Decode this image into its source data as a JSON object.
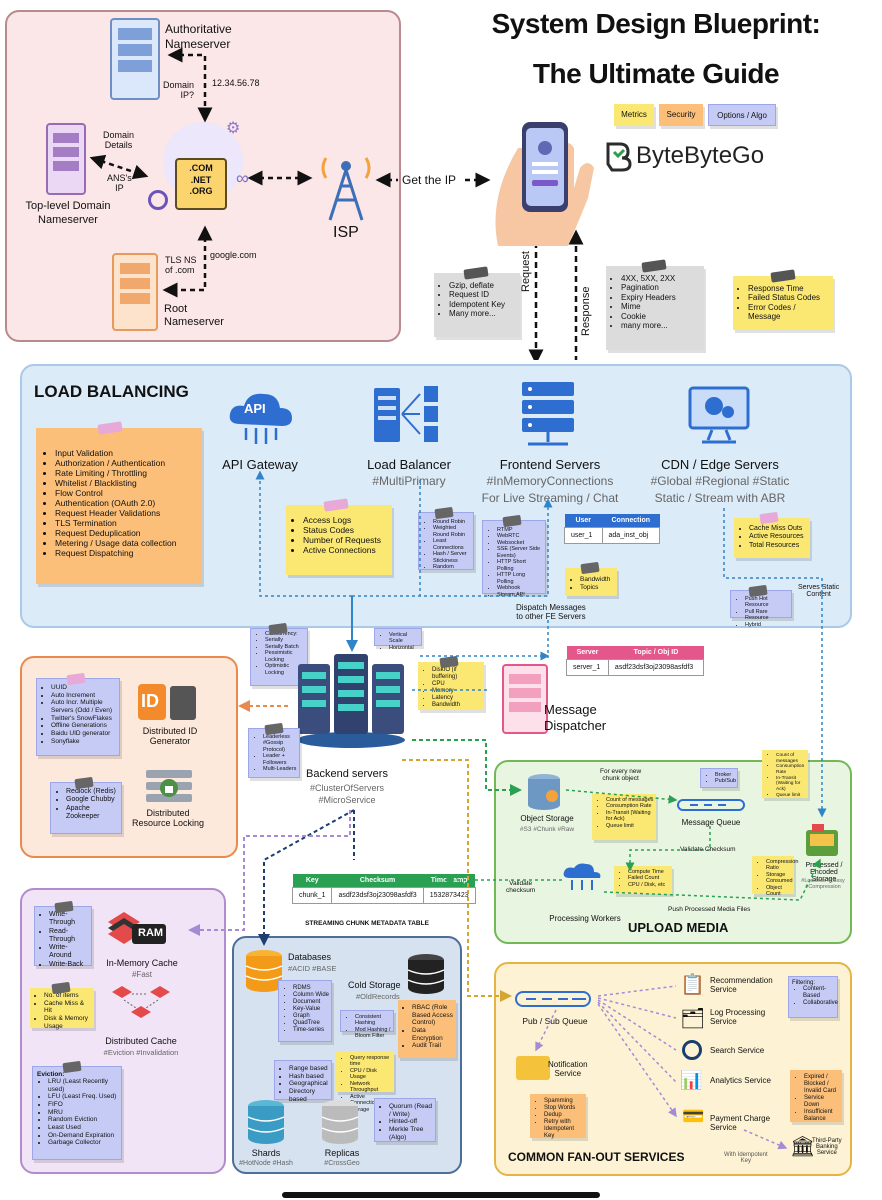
{
  "title": {
    "line1": "System Design Blueprint:",
    "line2": "The Ultimate Guide"
  },
  "legend": {
    "metrics": "Metrics",
    "security": "Security",
    "options": "Options / Algo"
  },
  "brand": "ByteByteGo",
  "dns": {
    "authoritative": "Authoritative\nNameserver",
    "domain_ip": "Domain\nIP?",
    "ip": "12.34.56.78",
    "domain_details": "Domain\nDetails",
    "ans_ip": "ANS's\nIP",
    "tld": "Top-level Domain\nNameserver",
    "com": ".COM",
    "net": ".NET",
    "org": ".ORG",
    "tls_ns": "TLS NS\nof .com",
    "google": "google.com",
    "root": "Root\nNameserver",
    "isp": "ISP",
    "get_ip": "Get the IP"
  },
  "client": {
    "request": "Request",
    "response": "Response",
    "request_notes": [
      "Gzip, deflate",
      "Request ID",
      "Idempotent Key",
      "Many more..."
    ],
    "response_notes": [
      "4XX, 5XX, 2XX",
      "Pagination",
      "Expiry Headers",
      "Mime",
      "Cookie",
      "many more..."
    ],
    "metrics_notes": [
      "Response Time",
      "Failed Status Codes",
      "Error Codes / Message"
    ]
  },
  "lb": {
    "heading": "LOAD BALANCING",
    "api": "API",
    "api_gateway": "API Gateway",
    "load_balancer": "Load Balancer",
    "lb_tag": "#MultiPrimary",
    "frontend": "Frontend Servers",
    "frontend_tag1": "#InMemoryConnections",
    "frontend_tag2": "For Live Streaming / Chat",
    "cdn": "CDN / Edge Servers",
    "cdn_tag1": "#Global #Regional #Static",
    "cdn_tag2": "Static / Stream with ABR",
    "gateway_notes": [
      "Input Validation",
      "Authorization / Authentication",
      "Rate Limiting / Throttling",
      "Whitelist / Blacklisting",
      "Flow Control",
      "Authentication (OAuth 2.0)",
      "Request Header Validations",
      "TLS Termination",
      "Request Deduplication",
      "Metering / Usage data collection",
      "Request Dispatching"
    ],
    "lb_metrics": [
      "Access Logs",
      "Status Codes",
      "Number of Requests",
      "Active Connections"
    ],
    "lb_algos": [
      "Round Robin",
      "Weighted Round Robin",
      "Least Connections",
      "Hash / Server Stickiness",
      "Random"
    ],
    "fe_protocols": [
      "RTMP",
      "WebRTC",
      "Websocket",
      "SSE (Server Side Events)",
      "HTTP Short Polling",
      "HTTP Long Polling",
      "Webhook",
      "Stream API"
    ],
    "conn_table": {
      "headers": [
        "User",
        "Connection"
      ],
      "row": [
        "user_1",
        "ada_inst_obj"
      ]
    },
    "fe_metrics": [
      "Bandwidth",
      "Topics"
    ],
    "cdn_metrics": [
      "Cache Miss Outs",
      "Active Resources",
      "Total Resources"
    ],
    "cdn_options": [
      "Push Hot Resource",
      "Pull Rare Resource",
      "Hybrid"
    ],
    "serves_static": "Serves Static\nContent",
    "dispatch": "Dispatch Messages\nto other FE Servers"
  },
  "backend": {
    "label": "Backend servers",
    "tag1": "#ClusterOfServers",
    "tag2": "#MicroService",
    "concurrency": [
      "Concurrency:",
      "Serially",
      "Serially Batch",
      "Pessimistic Locking",
      "Optimistic Locking"
    ],
    "scale": [
      "Vertical Scale",
      "Horizontal"
    ],
    "resources": [
      "DiskIO (if buffering)",
      "CPU",
      "Memory",
      "Latency",
      "Bandwidth"
    ],
    "leader": [
      "Leaderless #Gossip Protocol)",
      "Leader + Followers",
      "Multi-Leaders"
    ]
  },
  "dispatcher": {
    "label": "Message\nDispatcher",
    "table": {
      "headers": [
        "Server",
        "Topic / Obj ID"
      ],
      "row": [
        "server_1",
        "asdf23dsf3oj23098asfdf3"
      ]
    }
  },
  "idgen": {
    "options": [
      "UUID",
      "Auto Increment",
      "Auto Incr. Multiple Servers (Odd / Even)",
      "Twitter's SnowFlakes",
      "Offline Generations",
      "Baidu UID generator",
      "Sonyflake"
    ],
    "label": "Distributed ID\nGenerator",
    "locks": [
      "Redlock (Redis)",
      "Google Chubby",
      "Apache Zookeeper"
    ],
    "lock_label": "Distributed\nResource Locking",
    "id_letters": "ID"
  },
  "cache": {
    "write_policies": [
      "Write-Through",
      "Read-Through",
      "Write-Around",
      "Write-Back"
    ],
    "ram": "RAM",
    "inmem": "In-Memory Cache",
    "inmem_tag": "#Fast",
    "metrics": [
      "No. of items",
      "Cache Miss & Hit",
      "Disk & Memory Usage"
    ],
    "distributed": "Distributed Cache",
    "distributed_tag": "#Eviction #Invalidation",
    "eviction_title": "Eviction:",
    "eviction": [
      "LRU (Least Recently used)",
      "LFU (Least Freq. Used)",
      "FIFO",
      "MRU",
      "Random Eviction",
      "Least Used",
      "On-Demand Expiration",
      "Garbage Collector"
    ]
  },
  "chunk_table": {
    "headers": [
      "Key",
      "Checksum",
      "Timestamp"
    ],
    "row": [
      "chunk_1",
      "asdf23dsf3oj23098asfdf3",
      "1532873423"
    ],
    "caption": "STREAMING CHUNK METADATA TABLE"
  },
  "db": {
    "databases": "Databases",
    "db_tag": "#ACID #BASE",
    "types": [
      "RDMS",
      "Column Wide",
      "Document",
      "Key-Value",
      "Graph",
      "QuadTree",
      "Time-series"
    ],
    "cold": "Cold Storage",
    "cold_tag": "#OldRecords",
    "hashing": [
      "Consistent Hashing",
      "Mod Hashing / Bloom Filter"
    ],
    "security": [
      "RBAC (Role Based Access Control)",
      "Data Encryption",
      "Audit Trail"
    ],
    "metrics": [
      "Query response time",
      "CPU / Disk Usage",
      "Network Throughput",
      "Active Connections",
      "Storage"
    ],
    "sharding": [
      "Range based",
      "Hash based",
      "Geographical",
      "Directory based"
    ],
    "quorum": [
      "Quorum (Read / Write)",
      "Hinted-off",
      "Merkle Tree (Algo)"
    ],
    "shards": "Shards",
    "shards_tag": "#HotNode #Hash",
    "replicas": "Replicas",
    "replicas_tag": "#CrossGeo"
  },
  "upload": {
    "heading": "UPLOAD MEDIA",
    "object_storage": "Object Storage",
    "os_tag": "#S3 #Chunk #Raw",
    "every_chunk": "For every new\nchunk object",
    "broker": [
      "Broker",
      "Pub/Sub"
    ],
    "mq_metrics": [
      "Count of messages",
      "Consumption Rate",
      "In-Transit (Waiting for Ack)",
      "Queue limit"
    ],
    "mq_metrics2": [
      "Count of messages",
      "Consumption Rate",
      "In-Transit (Waiting for Ack)",
      "Queue limit"
    ],
    "message_queue": "Message Queue",
    "validate_checksum": "Validate Checksum",
    "validate_checksum2": "Validate\nchecksum",
    "worker_metrics": [
      "Compute Time",
      "Failed Count",
      "CPU / Disk, etc"
    ],
    "processing": "Processing Workers",
    "push": "Push Processed Media Files",
    "storage_metrics": [
      "Compression Ratio",
      "Storage Consumed",
      "Object Count"
    ],
    "processed": "Processed /\nEncoded Storage",
    "processed_tag": "#Lossless #Lossy\n#Compression"
  },
  "fanout": {
    "heading": "COMMON FAN-OUT SERVICES",
    "pubsub": "Pub / Sub Queue",
    "recommendation": "Recommendation\nService",
    "filtering": [
      "Filtering:",
      "Content-Based",
      "Collaborative"
    ],
    "log": "Log Processing\nService",
    "search": "Search Service",
    "notification": "Notification\nService",
    "notif_notes": [
      "Spamming",
      "Stop Words",
      "Dedup",
      "Retry with Idempotent Key"
    ],
    "analytics": "Analytics Service",
    "payment_notes": [
      "Expired / Blocked / Invalid Card",
      "Service Down",
      "Insufficient Balance"
    ],
    "payment": "Payment Charge\nService",
    "third_party": "Third-Party\nBanking\nService",
    "idempotent": "With Idempotent\nKey"
  },
  "colors": {
    "metrics": "#fbe873",
    "security": "#fbbf7a",
    "options": "#c6cbf6",
    "dns_bg": "#fbe6e8",
    "lb_bg": "#dcebf8",
    "id_bg": "#fde8dc",
    "cache_bg": "#f1e4f6",
    "db_bg": "#d6e2f0",
    "upload_bg": "#e8f5e1",
    "fanout_bg": "#fdf3d4"
  }
}
